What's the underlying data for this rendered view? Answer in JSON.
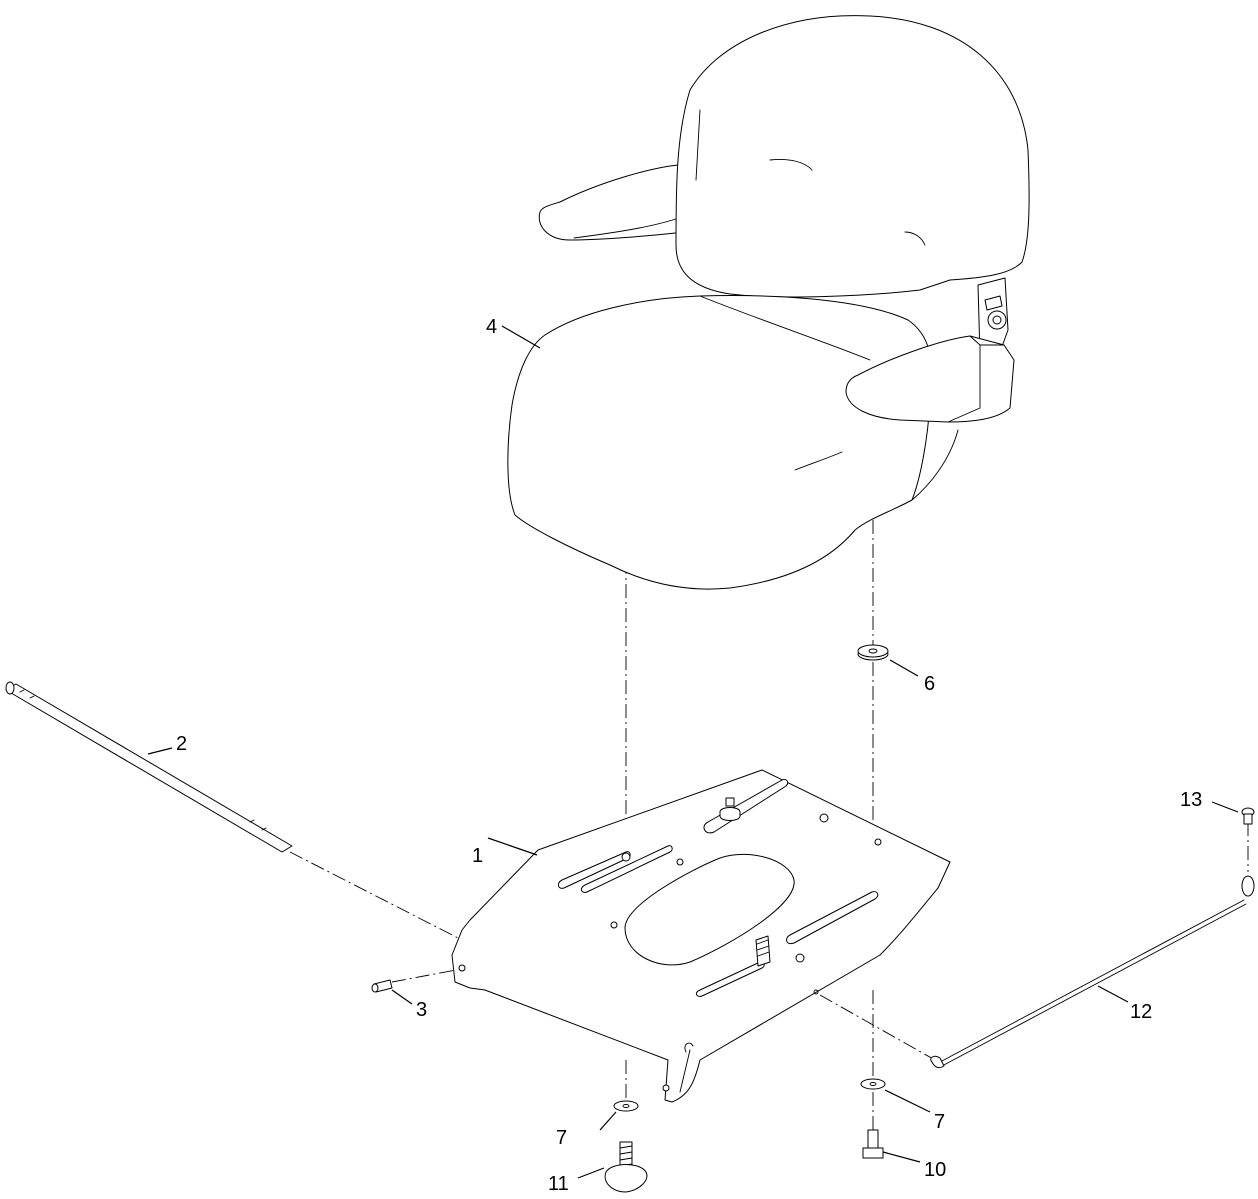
{
  "callouts": [
    {
      "id": "c1",
      "text": "1"
    },
    {
      "id": "c2",
      "text": "2"
    },
    {
      "id": "c3",
      "text": "3"
    },
    {
      "id": "c4",
      "text": "4"
    },
    {
      "id": "c6",
      "text": "6"
    },
    {
      "id": "c7a",
      "text": "7"
    },
    {
      "id": "c7b",
      "text": "7"
    },
    {
      "id": "c10",
      "text": "10"
    },
    {
      "id": "c11",
      "text": "11"
    },
    {
      "id": "c12",
      "text": "12"
    },
    {
      "id": "c13",
      "text": "13"
    }
  ]
}
